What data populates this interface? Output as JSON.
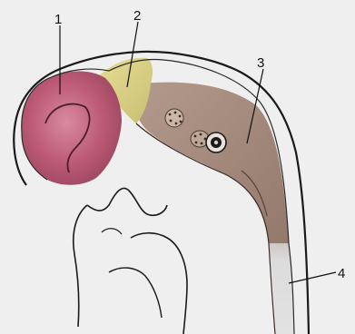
{
  "labels": {
    "forebrain": "1",
    "midbrain": "2",
    "hindbrain": "3",
    "spinal_cord": "4"
  },
  "colors": {
    "background": "#efefef",
    "forebrain": "#b5566f",
    "forebrain_highlight": "#cf7b92",
    "midbrain": "#d8cf83",
    "hindbrain": "#a58a7d",
    "spinal_cord": "#d6d6d6",
    "outline": "#1a1a1a"
  }
}
